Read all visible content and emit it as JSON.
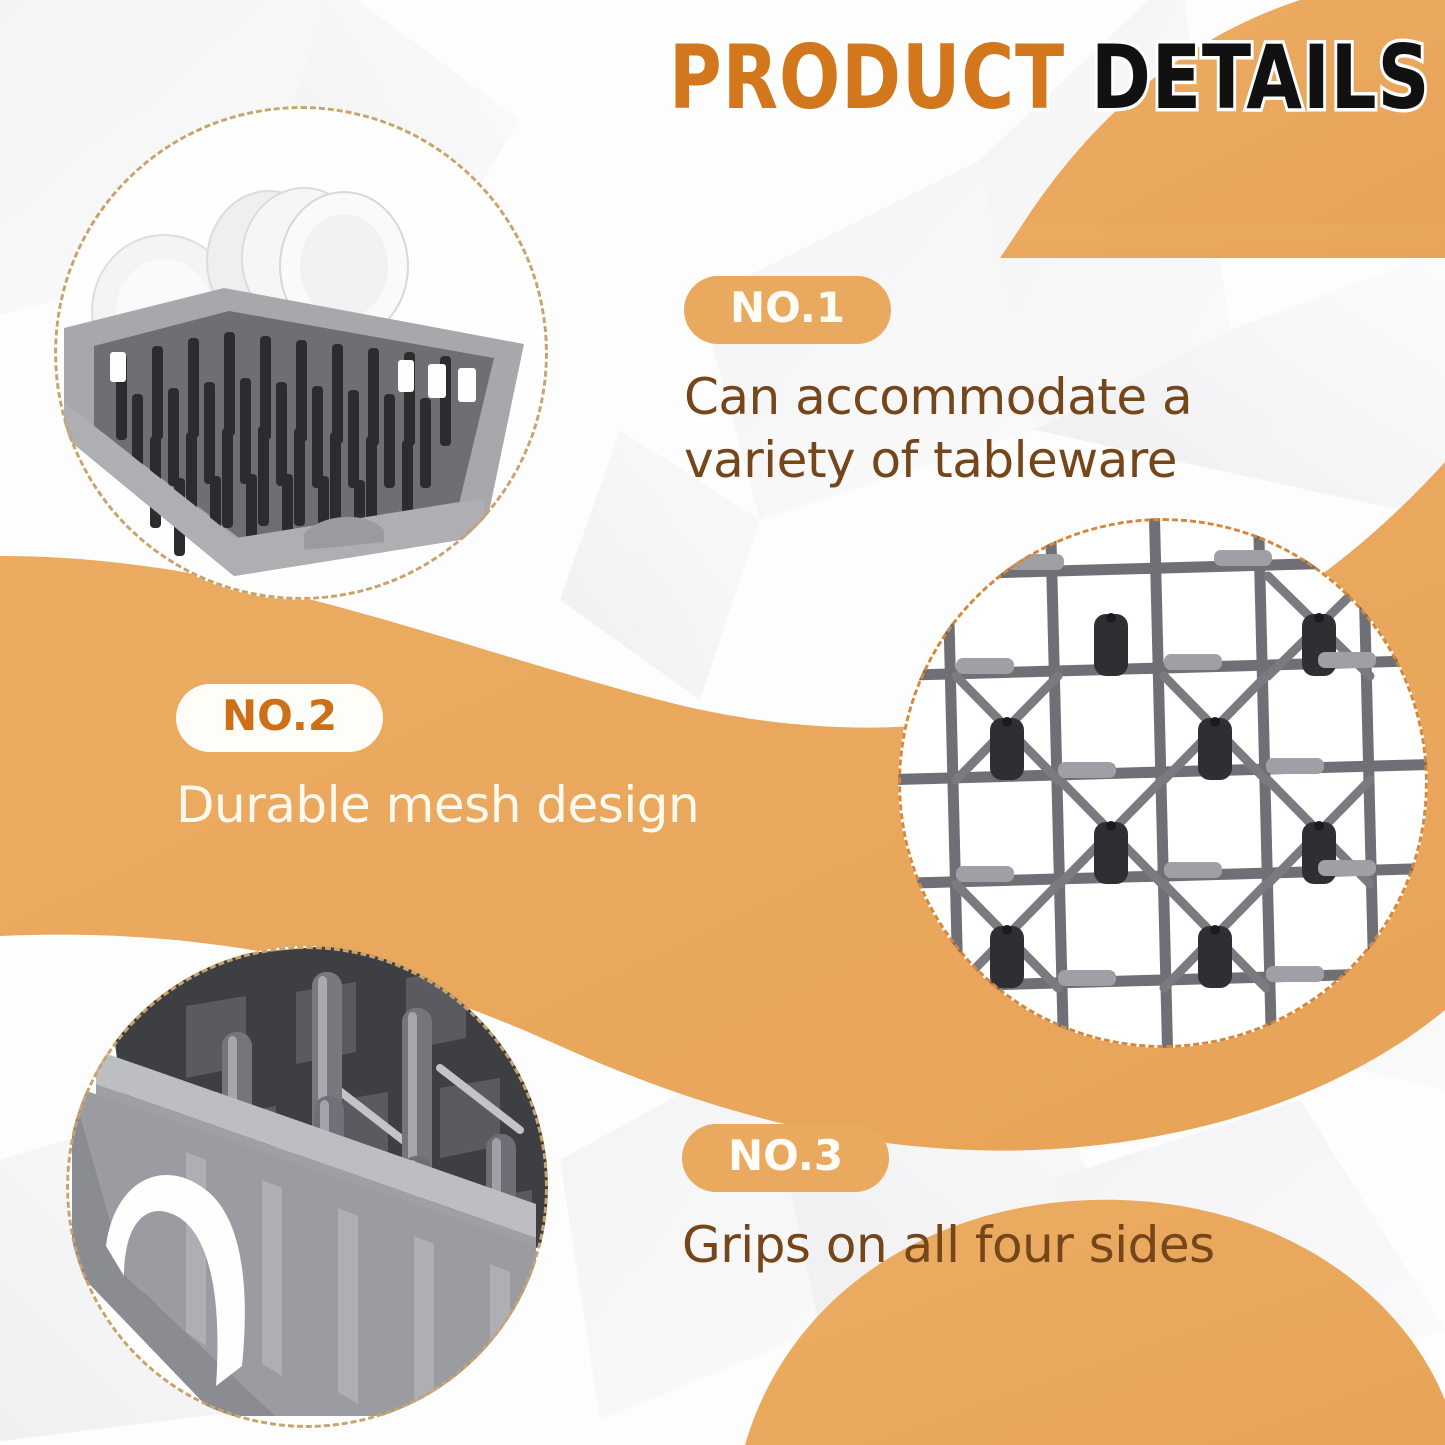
{
  "header": {
    "title_part_orange": "PRODUCT",
    "title_part_black": " DETAILS",
    "accent_orange": "#E9A95E",
    "title_orange": "#D2771C",
    "title_black": "#111111"
  },
  "theme": {
    "orange": "#E9A95E",
    "orange_deep": "#CC6F17",
    "brown_text": "#76461B",
    "cream_text": "#FFF9EE",
    "white": "#FFFDF7",
    "bg": "#FDFDFD",
    "poly_gray": "#EFEFF1",
    "plastic_gray": "#8C8C90",
    "plastic_dark": "#3A3A3C"
  },
  "features": [
    {
      "badge": "NO.1",
      "description": "Can accommodate a variety of tableware",
      "badge_style": "orange-pill-white-text",
      "image_alt": "dishwasher rack with white plates"
    },
    {
      "badge": "NO.2",
      "description": "Durable mesh design",
      "badge_style": "white-pill-orange-text",
      "image_alt": "close-up of durable mesh grid base"
    },
    {
      "badge": "NO.3",
      "description": "Grips on all four sides",
      "badge_style": "orange-pill-white-text",
      "image_alt": "close-up of side rail grip handle"
    }
  ]
}
